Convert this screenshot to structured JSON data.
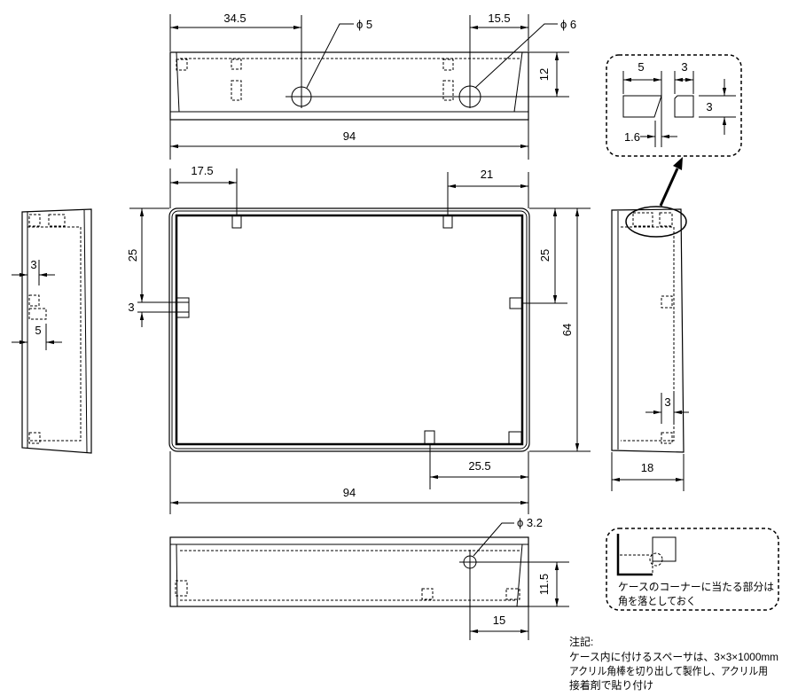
{
  "top_view": {
    "width_to_hole1": "34.5",
    "hole1_label": "ϕ 5",
    "hole2_to_edge": "15.5",
    "hole2_label": "ϕ 6",
    "hole_height": "12",
    "overall_width": "94"
  },
  "plan_view": {
    "spacer_left_offset": "17.5",
    "spacer_right_offset": "21",
    "left_spacer_depth": "25",
    "left_spacer_size": "3",
    "right_spacer_depth": "25",
    "overall_height": "64",
    "bottom_spacer_offset": "25.5",
    "overall_width": "94"
  },
  "left_view": {
    "spacer_size": "3",
    "spacer_long_size": "5"
  },
  "right_view": {
    "spacer_size": "3",
    "overall_depth": "18"
  },
  "spacer_detail": {
    "width_long": "5",
    "width_short": "3",
    "height": "3",
    "chamfer": "1.6"
  },
  "bottom_view": {
    "hole_label": "ϕ 3.2",
    "hole_height": "11.5",
    "hole_to_edge": "15"
  },
  "corner_detail": {
    "caption": [
      "ケースのコーナーに当たる部分は",
      "角を落としておく"
    ]
  },
  "note": {
    "heading": "注記:",
    "lines": [
      "ケース内に付けるスペーサは、3×3×1000mm",
      "アクリル角棒を切り出して製作し、アクリル用",
      "接着剤で貼り付け"
    ]
  }
}
